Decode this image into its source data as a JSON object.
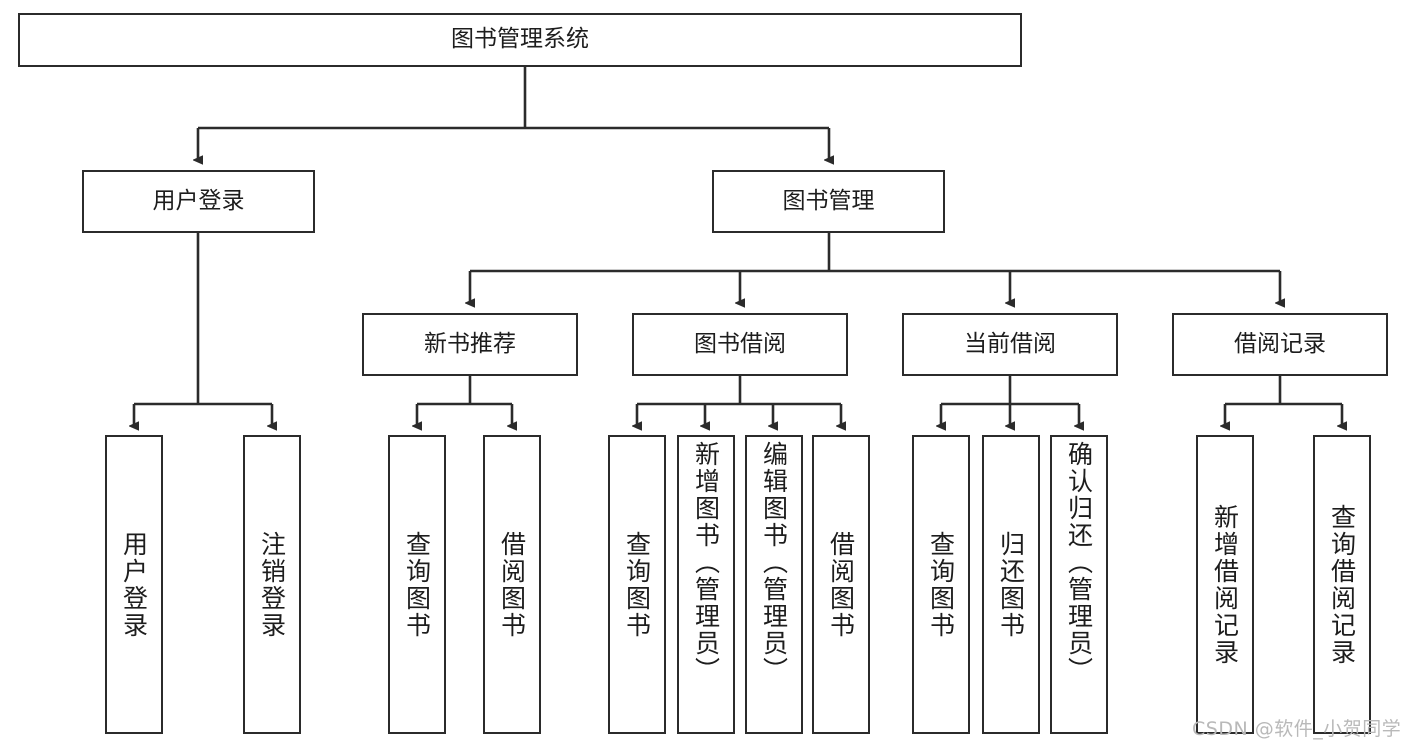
{
  "diagram": {
    "type": "hierarchy-tree",
    "title": "图书管理系统",
    "watermark": "CSDN @软件_小贺同学",
    "colors": {
      "stroke": "#2b2b2b",
      "fill": "#ffffff",
      "text": "#1d1d1d",
      "watermark": "#b9b9b9"
    },
    "nodes": {
      "root": {
        "label": "图书管理系统"
      },
      "level2": [
        {
          "label": "用户登录"
        },
        {
          "label": "图书管理"
        }
      ],
      "level3": [
        {
          "label": "新书推荐"
        },
        {
          "label": "图书借阅"
        },
        {
          "label": "当前借阅"
        },
        {
          "label": "借阅记录"
        }
      ],
      "leaves_login": [
        {
          "label": "用户登录"
        },
        {
          "label": "注销登录"
        }
      ],
      "leaves_newbook": [
        {
          "label": "查询图书"
        },
        {
          "label": "借阅图书"
        }
      ],
      "leaves_borrow": [
        {
          "label": "查询图书"
        },
        {
          "label": "新增图书（管理员）"
        },
        {
          "label": "编辑图书（管理员）"
        },
        {
          "label": "借阅图书"
        }
      ],
      "leaves_current": [
        {
          "label": "查询图书"
        },
        {
          "label": "归还图书"
        },
        {
          "label": "确认归还（管理员）"
        }
      ],
      "leaves_record": [
        {
          "label": "新增借阅记录"
        },
        {
          "label": "查询借阅记录"
        }
      ]
    }
  }
}
